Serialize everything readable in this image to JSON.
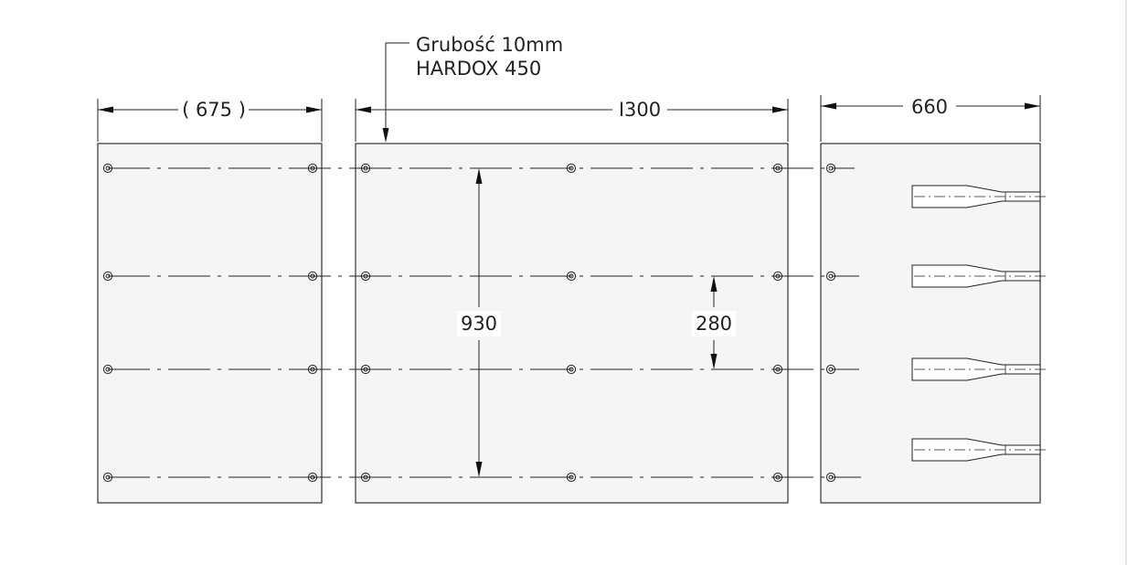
{
  "note": {
    "line1": "Grubość 10mm",
    "line2": "HARDOX 450"
  },
  "dimensions": {
    "left_width": "( 675 )",
    "center_width": "I300",
    "right_width": "660",
    "height_span": "930",
    "row_spacing": "280"
  },
  "colors": {
    "plate_fill": "#f5f5f5",
    "line": "#222222",
    "background": "#ffffff"
  }
}
